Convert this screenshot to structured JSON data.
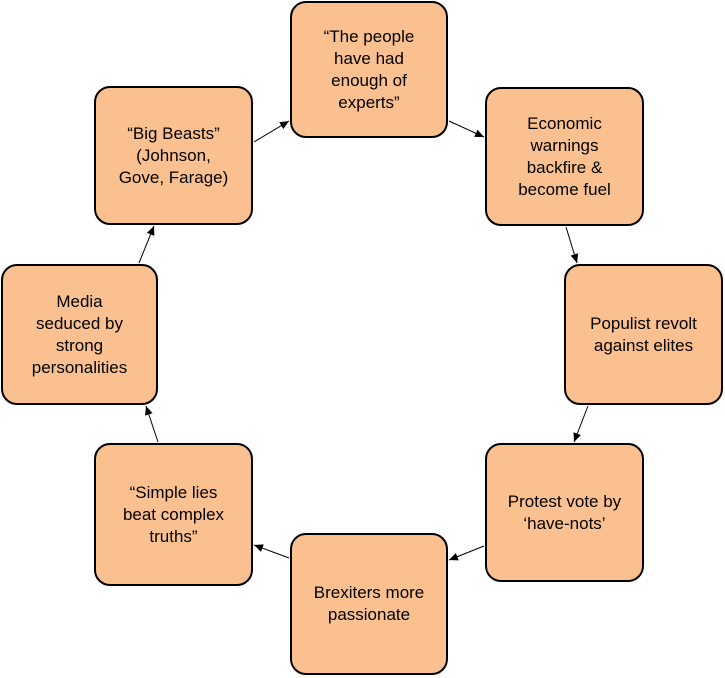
{
  "diagram": {
    "nodes": [
      {
        "id": "n1",
        "label": "“The people\nhave had\nenough of\nexperts”"
      },
      {
        "id": "n2",
        "label": "Economic\nwarnings\nbackfire &\nbecome fuel"
      },
      {
        "id": "n3",
        "label": "Populist revolt\nagainst elites"
      },
      {
        "id": "n4",
        "label": "Protest vote by\n‘have-nots’"
      },
      {
        "id": "n5",
        "label": "Brexiters more\npassionate"
      },
      {
        "id": "n6",
        "label": "“Simple lies\nbeat complex\ntruths”"
      },
      {
        "id": "n7",
        "label": "Media\nseduced by\nstrong\npersonalities"
      },
      {
        "id": "n8",
        "label": "“Big Beasts”\n(Johnson,\nGove, Farage)"
      }
    ],
    "edges": [
      {
        "from": "n1",
        "to": "n2"
      },
      {
        "from": "n2",
        "to": "n3"
      },
      {
        "from": "n3",
        "to": "n4"
      },
      {
        "from": "n4",
        "to": "n5"
      },
      {
        "from": "n5",
        "to": "n6"
      },
      {
        "from": "n6",
        "to": "n7"
      },
      {
        "from": "n7",
        "to": "n8"
      },
      {
        "from": "n8",
        "to": "n1"
      }
    ],
    "colors": {
      "node_fill": "#fac090",
      "node_border": "#000000",
      "arrow": "#000000",
      "text": "#000000"
    }
  }
}
